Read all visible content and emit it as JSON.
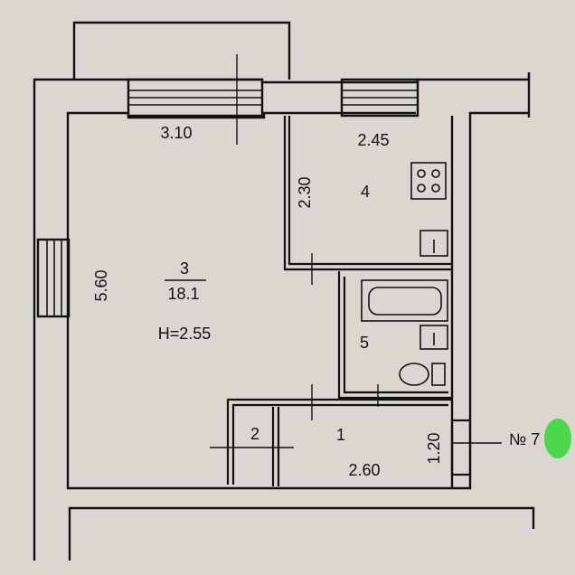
{
  "rooms": {
    "room3": {
      "number": "3",
      "area": "18.1",
      "height": "H=2.55"
    },
    "room4": {
      "number": "4"
    },
    "room5": {
      "number": "5"
    },
    "room1": {
      "number": "1"
    },
    "room2": {
      "number": "2"
    }
  },
  "dimensions": {
    "room3_width": "3.10",
    "room3_length": "5.60",
    "room4_width": "2.45",
    "room4_length": "2.30",
    "room1_width": "2.60",
    "room1_length": "1.20"
  },
  "apartment_mark": "№ 7",
  "colors": {
    "paper": "#d9d7cf",
    "line": "#111111",
    "marker": "#4cd64c"
  }
}
